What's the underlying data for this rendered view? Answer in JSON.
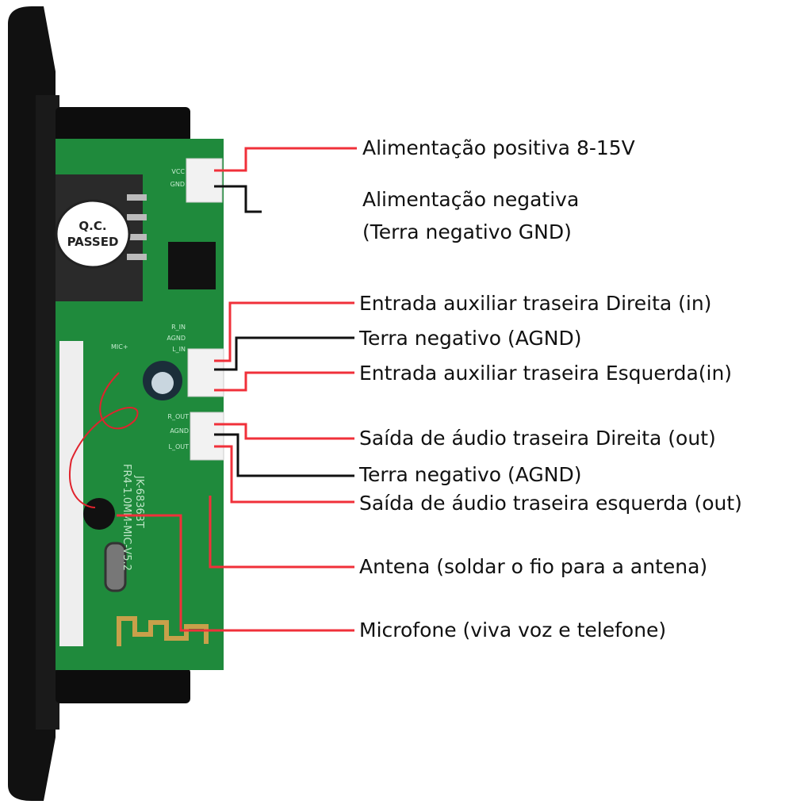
{
  "board": {
    "sticker": [
      "Q.C.",
      "PASSED"
    ],
    "silkscreen": [
      "VCC",
      "GND",
      "R_IN",
      "AGND",
      "L_IN",
      "R_OUT",
      "AGND",
      "L_OUT",
      "MIC+",
      "JK-6836BT",
      "FR4-1.0MM-MIC-V5.2"
    ]
  },
  "labels": [
    {
      "text": "Alimentação positiva 8-15V",
      "wire": "red"
    },
    {
      "text": "Alimentação negativa",
      "wire": "black"
    },
    {
      "text": "(Terra negativo GND)",
      "wire": ""
    },
    {
      "text": "Entrada auxiliar traseira Direita (in)",
      "wire": "red"
    },
    {
      "text": "Terra negativo (AGND)",
      "wire": "black"
    },
    {
      "text": "Entrada auxiliar traseira Esquerda(in)",
      "wire": "red"
    },
    {
      "text": "Saída de áudio traseira Direita (out)",
      "wire": "red"
    },
    {
      "text": "Terra negativo (AGND)",
      "wire": "black"
    },
    {
      "text": "Saída de áudio traseira esquerda (out)",
      "wire": "red"
    },
    {
      "text": "Antena (soldar o fio para a antena)",
      "wire": "red"
    },
    {
      "text": "Microfone (viva voz e telefone)",
      "wire": "red"
    }
  ],
  "colors": {
    "red": "#f0303a",
    "black": "#111111",
    "pcb": "#1f8a3c"
  }
}
